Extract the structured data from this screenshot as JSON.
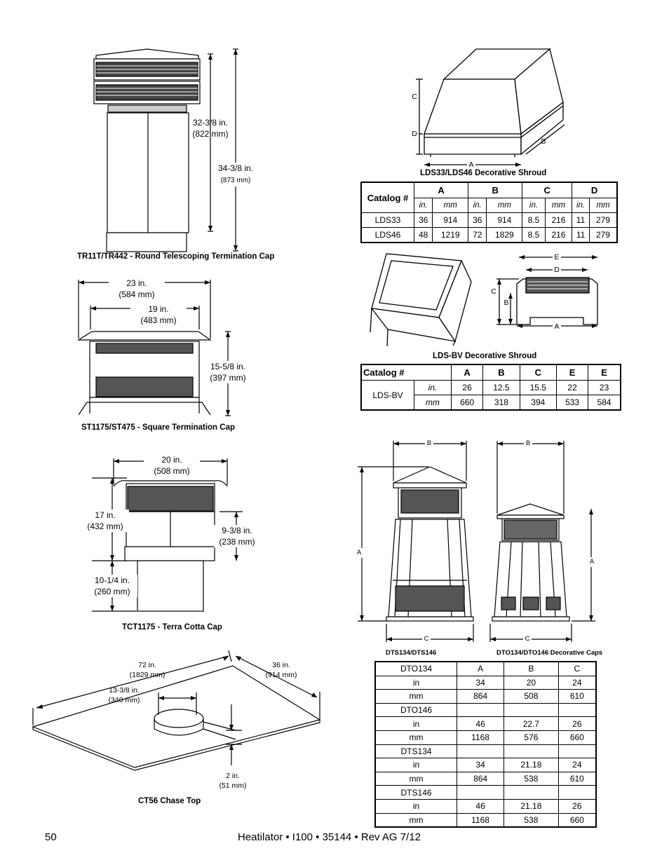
{
  "tr11t": {
    "caption": "TR11T/TR442 - Round Telescoping Termination Cap",
    "dim1_in": "32-3/8 in.",
    "dim1_mm": "(822 mm)",
    "dim2_in": "34-3/8 in.",
    "dim2_mm": "(873 mm)"
  },
  "st1175": {
    "caption": "ST1175/ST475 - Square Termination Cap",
    "w_outer_in": "23 in.",
    "w_outer_mm": "(584 mm)",
    "w_inner_in": "19 in.",
    "w_inner_mm": "(483 mm)",
    "h_in": "15-5/8 in.",
    "h_mm": "(397 mm)"
  },
  "tct1175": {
    "caption": "TCT1175 - Terra Cotta Cap",
    "w_in": "20 in.",
    "w_mm": "(508 mm)",
    "h_in": "17 in.",
    "h_mm": "(432 mm)",
    "h2_in": "9-3/8 in.",
    "h2_mm": "(238 mm)",
    "h3_in": "10-1/4 in.",
    "h3_mm": "(260 mm)"
  },
  "ct56": {
    "caption": "CT56 Chase Top",
    "d72_in": "72 in.",
    "d72_mm": "(1829 mm)",
    "d36_in": "36 in.",
    "d36_mm": "(914 mm)",
    "d13_in": "13-3/8 in.",
    "d13_mm": "(340 mm)",
    "d2_in": "2 in.",
    "d2_mm": "(51 mm)"
  },
  "lds": {
    "caption": "LDS33/LDS46 Decorative Shroud",
    "label_a": "A",
    "label_b": "B",
    "label_c": "C",
    "label_d": "D",
    "table": {
      "catalog_label": "Catalog #",
      "col_a": "A",
      "col_b": "B",
      "col_c": "C",
      "col_d": "D",
      "unit_in": "in.",
      "unit_mm": "mm",
      "rows": [
        [
          "LDS33",
          "36",
          "914",
          "36",
          "914",
          "8.5",
          "216",
          "11",
          "279"
        ],
        [
          "LDS46",
          "48",
          "1219",
          "72",
          "1829",
          "8.5",
          "216",
          "11",
          "279"
        ]
      ]
    }
  },
  "ldsbv": {
    "caption": "LDS-BV Decorative Shroud",
    "label_a": "A",
    "label_b": "B",
    "label_c": "C",
    "label_d": "D",
    "label_e": "E",
    "table": {
      "catalog_label": "Catalog #",
      "cols": [
        "A",
        "B",
        "C",
        "E",
        "E"
      ],
      "name": "LDS-BV",
      "unit_in": "in.",
      "unit_mm": "mm",
      "in_vals": [
        "26",
        "12.5",
        "15.5",
        "22",
        "23"
      ],
      "mm_vals": [
        "660",
        "318",
        "394",
        "533",
        "584"
      ]
    }
  },
  "dts": {
    "caption_left": "DTS134/DTS146",
    "caption_right": "DTO134/DTO146  Decorative Caps",
    "label_a": "A",
    "label_b": "B",
    "label_c": "C",
    "table": [
      [
        "DTO134",
        "A",
        "B",
        "C"
      ],
      [
        "in",
        "34",
        "20",
        "24"
      ],
      [
        "mm",
        "864",
        "508",
        "610"
      ],
      [
        "DTO146",
        "",
        "",
        ""
      ],
      [
        "in",
        "46",
        "22.7",
        "26"
      ],
      [
        "mm",
        "1168",
        "576",
        "660"
      ],
      [
        "DTS134",
        "",
        "",
        ""
      ],
      [
        "in",
        "34",
        "21.18",
        "24"
      ],
      [
        "mm",
        "864",
        "538",
        "610"
      ],
      [
        "DTS146",
        "",
        "",
        ""
      ],
      [
        "in",
        "46",
        "21.18",
        "26"
      ],
      [
        "mm",
        "1168",
        "538",
        "660"
      ]
    ]
  },
  "footer": {
    "page": "50",
    "text": "Heatilator • I100 • 35144 • Rev AG 7/12"
  }
}
